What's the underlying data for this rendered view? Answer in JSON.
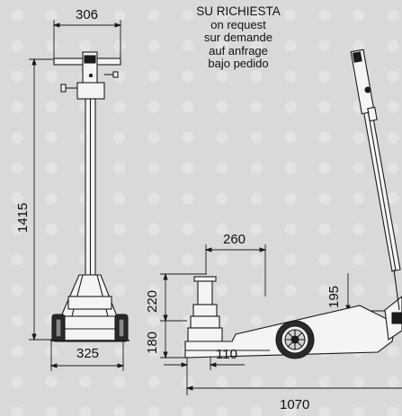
{
  "note": {
    "italian": "SU RICHIESTA",
    "english": "on request",
    "french": "sur demande",
    "german": "auf anfrage",
    "spanish": "bajo pedido"
  },
  "dimensions": {
    "handle_width": "306",
    "overall_height": "1415",
    "base_width": "325",
    "lift_reach": "260",
    "extension": "220",
    "min_height": "180",
    "front_offset": "110",
    "handle_rise": "195",
    "overall_length": "1070"
  }
}
